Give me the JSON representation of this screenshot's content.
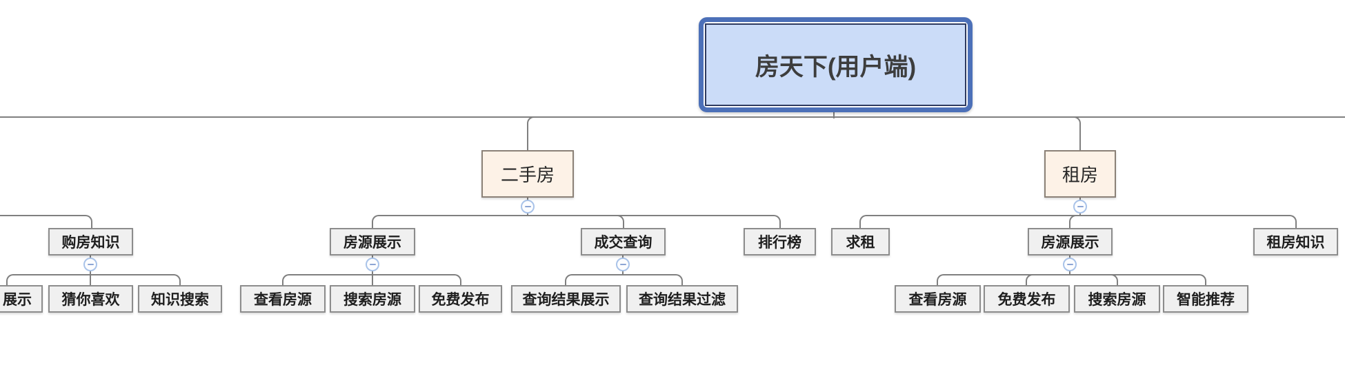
{
  "mindmap": {
    "root": {
      "label": "房天下(用户端)"
    },
    "offscreen_left_branch": {
      "children": [
        {
          "label": "购房知识",
          "children": [
            {
              "label": "展示",
              "truncated_left": true
            },
            {
              "label": "猜你喜欢"
            },
            {
              "label": "知识搜索"
            }
          ]
        }
      ]
    },
    "branches": [
      {
        "label": "二手房",
        "children": [
          {
            "label": "房源展示",
            "children": [
              {
                "label": "查看房源"
              },
              {
                "label": "搜索房源"
              },
              {
                "label": "免费发布"
              }
            ]
          },
          {
            "label": "成交查询",
            "children": [
              {
                "label": "查询结果展示"
              },
              {
                "label": "查询结果过滤"
              }
            ]
          },
          {
            "label": "排行榜"
          }
        ]
      },
      {
        "label": "租房",
        "children": [
          {
            "label": "求租"
          },
          {
            "label": "房源展示",
            "children": [
              {
                "label": "查看房源"
              },
              {
                "label": "免费发布"
              },
              {
                "label": "搜索房源"
              },
              {
                "label": "智能推荐"
              }
            ]
          },
          {
            "label": "租房知识"
          }
        ]
      }
    ],
    "icons": {
      "collapse": "minus-circle-icon"
    },
    "colors": {
      "root_fill": "#cbdcf8",
      "root_border": "#4c70b8",
      "root_inner_border": "#2e3a5f",
      "branch_fill": "#fdf2e7",
      "branch_border": "#8b8177",
      "node_fill": "#f0f0f0",
      "node_border": "#8c8c8c",
      "connector_line": "#7f7f7f",
      "collapse_border": "#a9c3e9",
      "collapse_glyph": "#8ca5d4"
    }
  }
}
